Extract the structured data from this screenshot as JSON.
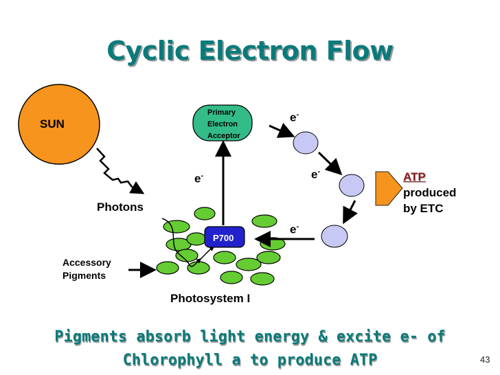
{
  "slide": {
    "title": "Cyclic Electron Flow",
    "caption": "Pigments absorb light energy & excite e- of\nChlorophyll a to produce ATP",
    "slide_number": "43"
  },
  "diagram": {
    "sun_label": "SUN",
    "photons_label": "Photons",
    "accessory_pigments_label": "Accessory\nPigments",
    "photosystem_label": "Photosystem I",
    "reaction_center_label": "P700",
    "acceptor_label": "Primary\nElectron\nAcceptor",
    "electron_symbol": "e",
    "electron_charge": "-",
    "atp_word": "ATP",
    "atp_rest": "produced\nby ETC",
    "colors": {
      "title": "#0a7a7a",
      "sun": "#f7941d",
      "pigment": "#66cc33",
      "acceptor": "#33bb88",
      "p700": "#2222cc",
      "carrier": "#c8c8f4",
      "atp_arrow": "#f7941d",
      "atp_text": "#8b1a1a"
    }
  }
}
